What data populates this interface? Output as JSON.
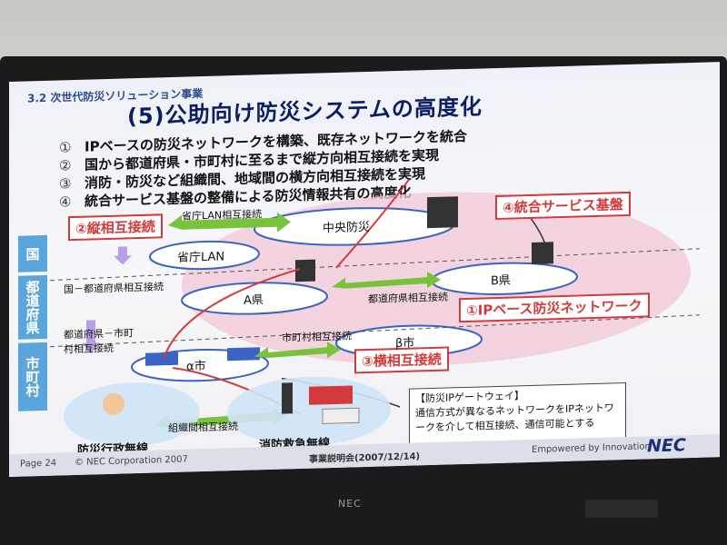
{
  "slide": {
    "section": "3.2 次世代防災ソリューション事業",
    "title": "(5)公助向け防災システムの高度化",
    "bullets": [
      {
        "num": "①",
        "text": "IPベースの防災ネットワークを構築、既存ネットワークを統合"
      },
      {
        "num": "②",
        "text": "国から都道府県・市町村に至るまで縦方向相互接続を実現"
      },
      {
        "num": "③",
        "text": "消防・防災など組織間、地域間の横方向相互接続を実現"
      },
      {
        "num": "④",
        "text": "統合サービス基盤の整備による防災情報共有の高度化"
      }
    ],
    "levels": {
      "kuni": "国",
      "pref": "都道府県",
      "city": "市町村"
    },
    "diagram": {
      "callout_vertical": "②縦相互接続",
      "callout_ip": "①IPベース防災ネットワーク",
      "callout_horizontal": "③横相互接続",
      "callout_platform": "④統合サービス基盤",
      "node_central": "中央防災",
      "node_lan": "省庁LAN",
      "node_a": "A県",
      "node_b": "B県",
      "node_alpha": "α市",
      "node_beta": "β市",
      "link_lan": "省庁LAN相互接続",
      "link_kuni_pref": "国－都道府県相互接続",
      "link_pref": "都道府県相互接続",
      "link_pref_city": "都道府県－市町村相互接続",
      "link_city": "市町村相互接続",
      "link_org": "組織間相互接続",
      "cloud_admin": "防災行政無線",
      "cloud_fire": "消防救急無線",
      "gateway_title": "【防災IPゲートウェイ】",
      "gateway_text": "通信方式が異なるネットワークをIPネットワークを介して相互接続、通信可能とする"
    },
    "footer": {
      "page": "Page 24",
      "copyright": "© NEC Corporation 2007",
      "event": "事業説明会(2007/12/14)",
      "tagline": "Empowered by Innovation",
      "logo": "NEC"
    }
  },
  "monitor": {
    "brand": "NEC"
  },
  "colors": {
    "title": "#0d1d62",
    "accent_red": "#d13b3b",
    "level_blue": "#5aa5dc",
    "arrow_green": "#78c23c"
  }
}
